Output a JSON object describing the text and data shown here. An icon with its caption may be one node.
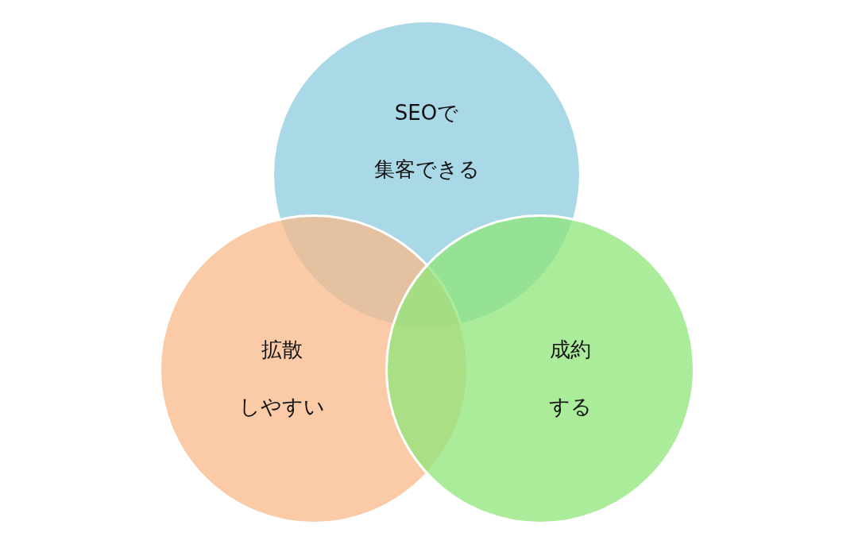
{
  "diagram": {
    "nodes": [
      {
        "text": [
          "SEOで",
          "集客できる"
        ]
      },
      {
        "text": [
          "拡散",
          "しやすい"
        ]
      },
      {
        "text": [
          "成約",
          "する"
        ]
      }
    ]
  }
}
